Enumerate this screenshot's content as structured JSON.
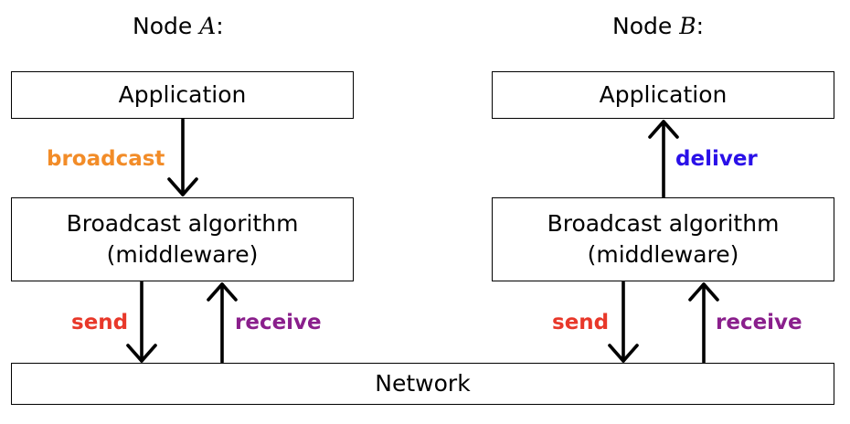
{
  "nodes": {
    "a": {
      "prefix": "Node",
      "var": "A",
      "suffix": ":"
    },
    "b": {
      "prefix": "Node",
      "var": "B",
      "suffix": ":"
    }
  },
  "boxes": {
    "application": "Application",
    "broadcast_line1": "Broadcast algorithm",
    "broadcast_line2": "(middleware)",
    "network": "Network"
  },
  "labels": {
    "broadcast": "broadcast",
    "deliver": "deliver",
    "send": "send",
    "receive": "receive"
  },
  "colors": {
    "broadcast": "#F28C28",
    "deliver": "#2A10E8",
    "send": "#E8382A",
    "receive": "#8A1F8C"
  }
}
